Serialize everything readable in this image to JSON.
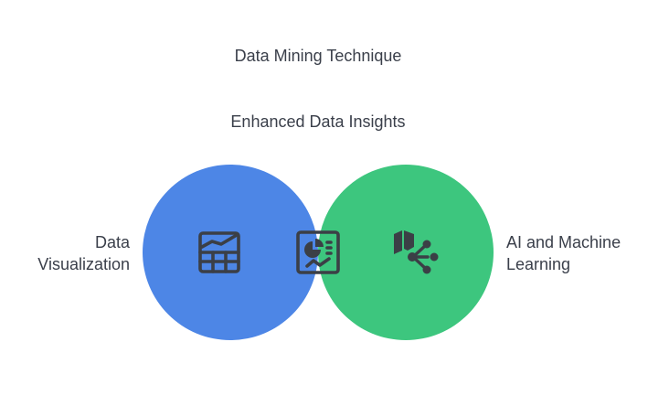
{
  "title": "Data Mining Technique",
  "intersection": {
    "label": "Enhanced Data Insights",
    "icon": "dashboard-chart-icon"
  },
  "left_set": {
    "label_line1": "Data",
    "label_line2": "Visualization",
    "color": "#4D86E6",
    "icon": "line-chart-grid-icon"
  },
  "right_set": {
    "label_line1": "AI and Machine",
    "label_line2": "Learning",
    "color": "#3DC67E",
    "icon": "book-network-icon"
  },
  "overlap_color": "#20A8D8",
  "icon_color": "#3b3f46"
}
